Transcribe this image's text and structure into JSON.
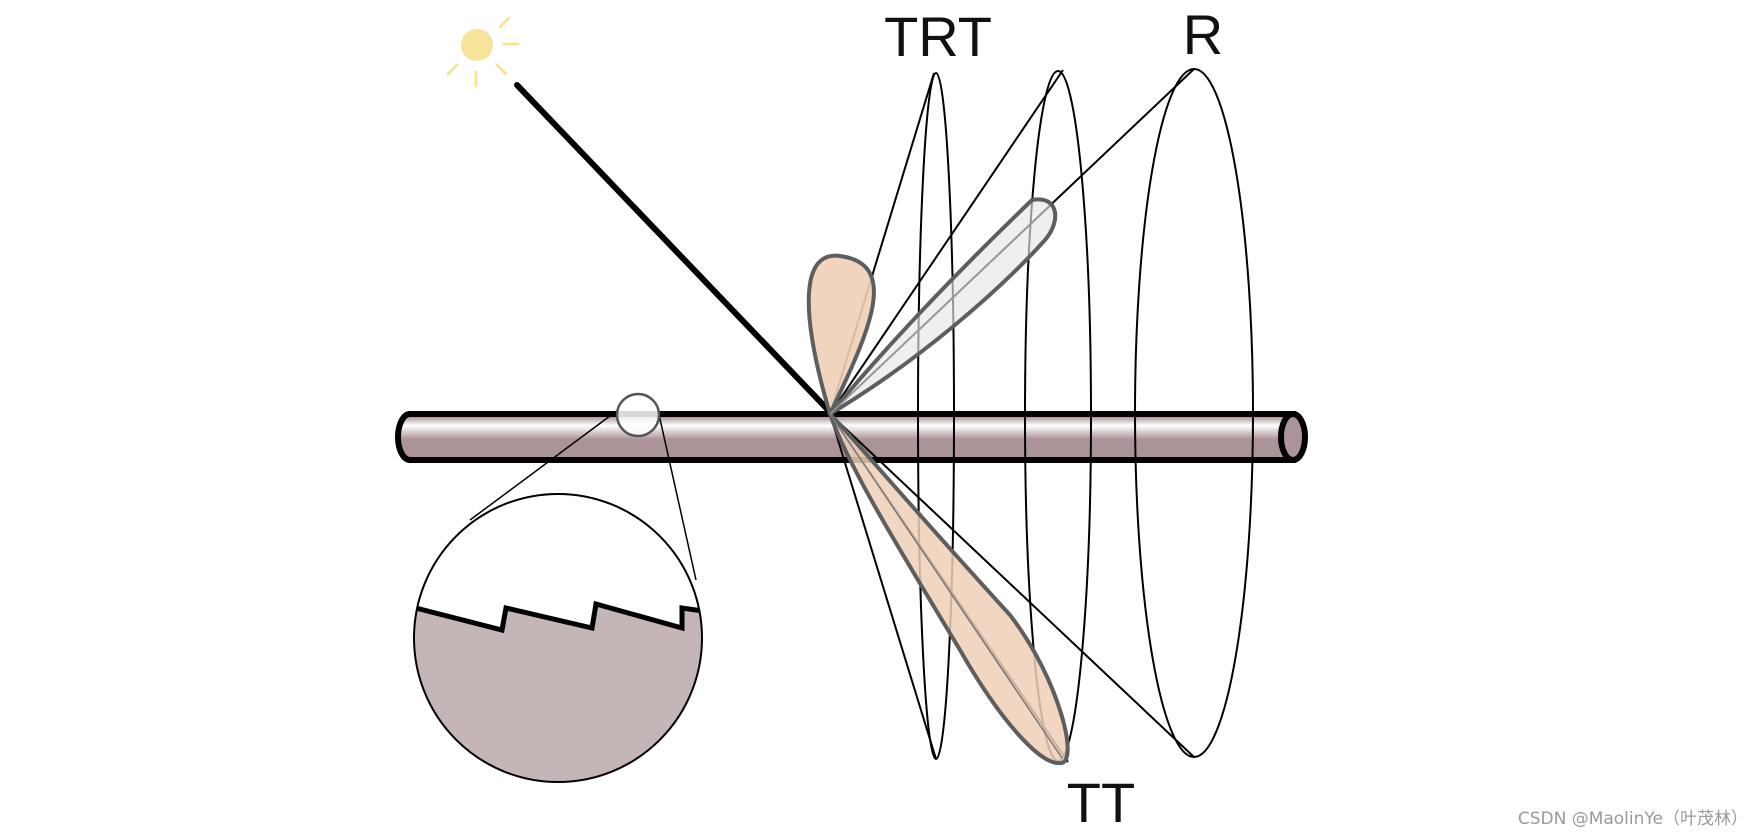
{
  "labels": {
    "trt": "TRT",
    "r": "R",
    "tt": "TT"
  },
  "watermark": "CSDN @MaolinYe（叶茂林）",
  "colors": {
    "fiber_fill": "#ab9497",
    "cuticle_fill": "#c4b5b7",
    "lobe_fill": "#efcfb7",
    "lobe_stroke": "#5e5e5e",
    "r_lobe_fill": "#e6e6e6",
    "sun": "#f8e39a",
    "line": "#000000"
  },
  "icons": {
    "light_source": "sun-icon"
  }
}
